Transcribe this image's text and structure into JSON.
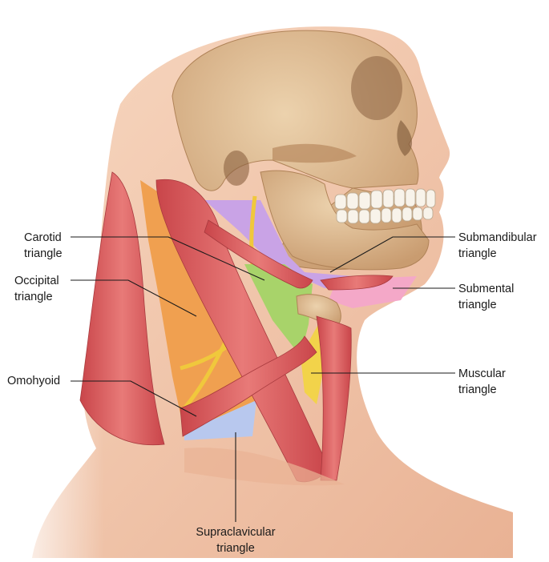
{
  "labels": {
    "carotid": [
      "Carotid",
      "triangle"
    ],
    "occipital": [
      "Occipital",
      "triangle"
    ],
    "omohyoid": [
      "Omohyoid"
    ],
    "submandibular": [
      "Submandibular",
      "triangle"
    ],
    "submental": [
      "Submental",
      "triangle"
    ],
    "muscular": [
      "Muscular",
      "triangle"
    ],
    "supraclavicular": [
      "Supraclavicular",
      "triangle"
    ]
  },
  "colors": {
    "background": "#ffffff",
    "skin": "#f2c4a4",
    "bone": "#d9b48a",
    "muscle": "#d9575a",
    "occipital_triangle": "#f0a050",
    "carotid_triangle": "#a8d36a",
    "submandibular_triangle": "#c9a3e6",
    "submental_triangle": "#f4a8c8",
    "muscular_triangle": "#f2d34a",
    "supraclavicular_triangle": "#b8c8ee",
    "nerve": "#f0c83c",
    "leader_line": "#1a1a1a"
  }
}
